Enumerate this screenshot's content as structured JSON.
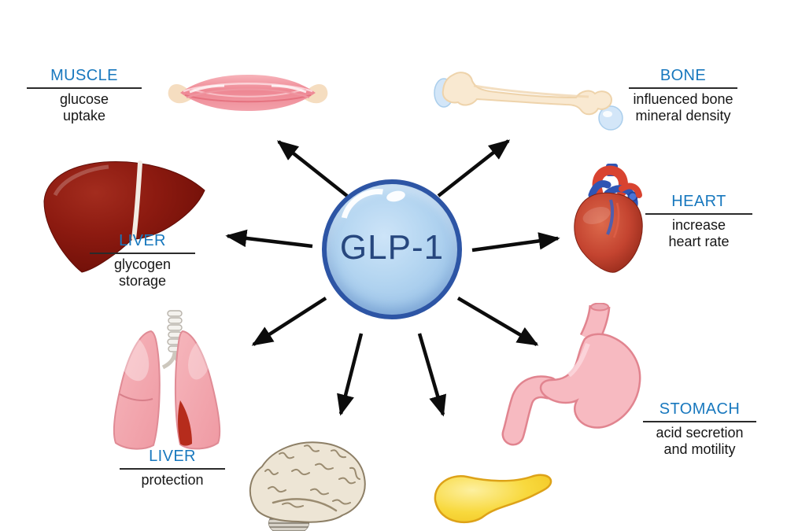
{
  "hub": {
    "label": "GLP-1"
  },
  "organs": {
    "muscle": {
      "title": "MUSCLE",
      "lines": [
        "glucose",
        "uptake"
      ]
    },
    "bone": {
      "title": "BONE",
      "lines": [
        "influenced bone",
        "mineral density"
      ]
    },
    "heart": {
      "title": "HEART",
      "lines": [
        "increase",
        "heart rate"
      ]
    },
    "stomach": {
      "title": "STOMACH",
      "lines": [
        "acid secretion",
        "and motility"
      ]
    },
    "liver": {
      "title": "LIVER",
      "lines": [
        "glycogen",
        "storage"
      ]
    },
    "lungs": {
      "title": "LIVER",
      "lines": [
        "protection"
      ]
    },
    "brain": {
      "title": ""
    },
    "pancreas": {
      "title": ""
    }
  },
  "arrows": [
    {
      "from": "hub",
      "to": "muscle"
    },
    {
      "from": "hub",
      "to": "bone"
    },
    {
      "from": "hub",
      "to": "liver"
    },
    {
      "from": "hub",
      "to": "heart"
    },
    {
      "from": "hub",
      "to": "lungs"
    },
    {
      "from": "hub",
      "to": "stomach"
    },
    {
      "from": "hub",
      "to": "brain"
    },
    {
      "from": "hub",
      "to": "pancreas"
    }
  ],
  "colors": {
    "heading_blue": "#1878be",
    "body_text": "#161616",
    "rule": "#2b2b2b",
    "hub_border": "#2d55a5",
    "hub_fill": "#b5d6f1",
    "hub_text": "#27477e",
    "arrow": "#0c0c0c",
    "muscle_pink": "#ee8793",
    "tendon_beige": "#f5ddc0",
    "bone_beige": "#f9e9d1",
    "cartilage_blue": "#d3e6f8",
    "heart_red": "#c44430",
    "vessel_blue": "#2f55b4",
    "liver_dark_red": "#8c1a10",
    "lung_pink": "#f4a6ad",
    "brain_cream": "#ede5d5",
    "pancreas_yellow": "#f8d93e",
    "stomach_pink": "#f7bac1"
  }
}
